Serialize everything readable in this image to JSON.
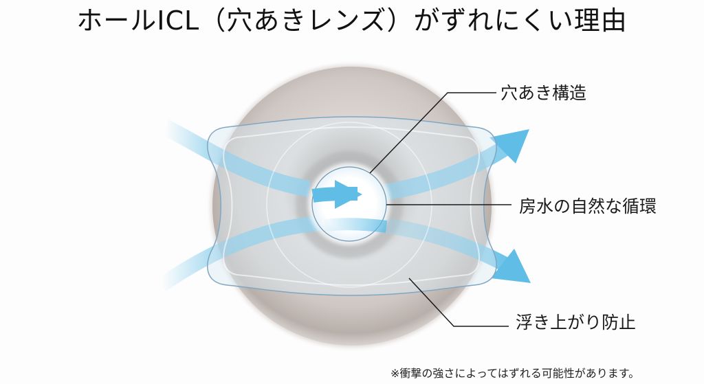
{
  "title": "ホールICL（穴あきレンズ）がずれにくい理由",
  "labels": {
    "hole_structure": "穴あき構造",
    "aqueous_circulation": "房水の自然な循環",
    "lift_prevention": "浮き上がり防止"
  },
  "footnote": "※衝撃の強さによってはずれる可能性があります。",
  "colors": {
    "background": "#fdfdfd",
    "iris": "#c9c1bd",
    "iris_dark": "#a89e99",
    "lens_edge": "#7fa6c2",
    "arrow": "#5fbde6",
    "leader_line": "#1a1a1a"
  }
}
